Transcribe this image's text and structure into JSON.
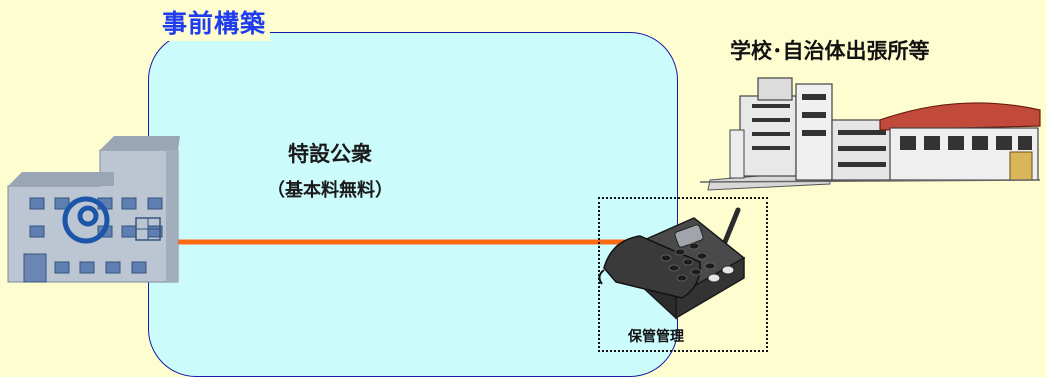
{
  "diagram": {
    "region_title": "事前構築",
    "line_label": "特設公衆",
    "line_sublabel": "（基本料無料）",
    "site_title": "学校･自治体出張所等",
    "storage_label": "保管管理"
  },
  "icons": {
    "telecom_building": "office-building-icon",
    "school": "school-building-icon",
    "phone": "telephone-icon"
  },
  "colors": {
    "background": "#fefdd0",
    "region_fill": "#ccfbfc",
    "region_border": "#1a1aa8",
    "title_blue": "#1f3cf0",
    "line_orange": "#ff6a10"
  }
}
